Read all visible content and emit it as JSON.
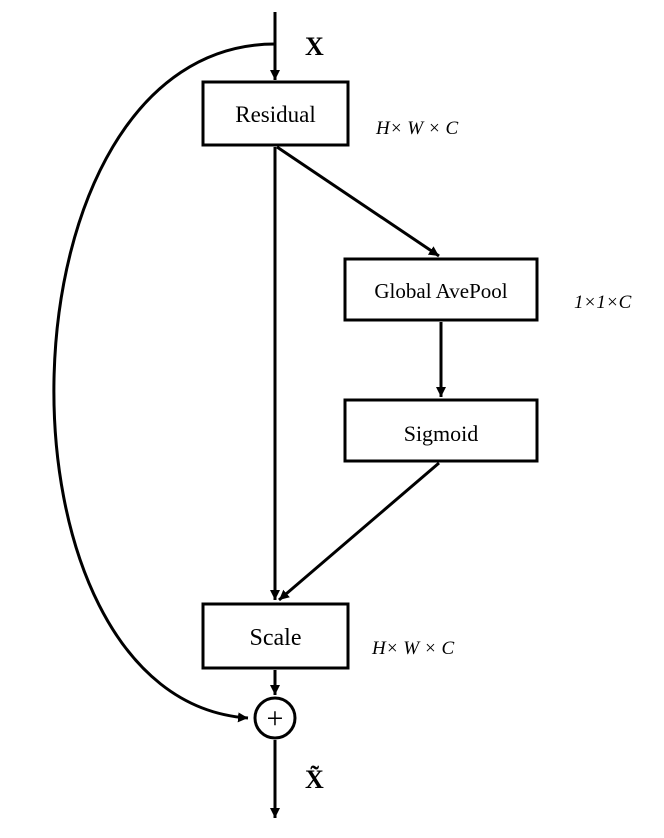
{
  "input_label": "X",
  "output_label": "X̃",
  "nodes": {
    "residual": "Residual",
    "global_avepool": "Global AvePool",
    "sigmoid": "Sigmoid",
    "scale": "Scale",
    "add": "+"
  },
  "dimensions": {
    "residual": "H× W × C",
    "global_avepool": "1×1×C",
    "scale": "H× W × C"
  }
}
